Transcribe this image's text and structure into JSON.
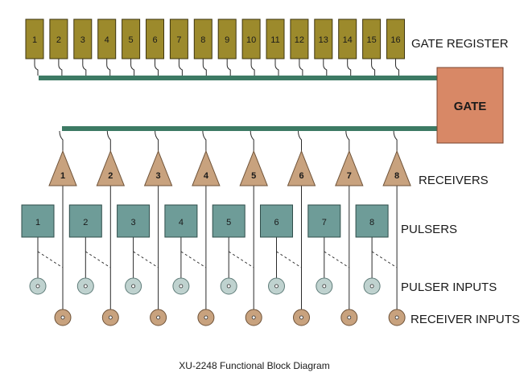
{
  "diagram": {
    "labels": {
      "gate_register": "GATE REGISTER",
      "gate": "GATE",
      "receivers": "RECEIVERS",
      "pulsers": "PULSERS",
      "pulser_inputs": "PULSER INPUTS",
      "receiver_inputs": "RECEIVER INPUTS",
      "caption": "XU-2248 Functional Block Diagram"
    },
    "register_bits": [
      "1",
      "2",
      "3",
      "4",
      "5",
      "6",
      "7",
      "8",
      "9",
      "10",
      "11",
      "12",
      "13",
      "14",
      "15",
      "16"
    ],
    "receivers": [
      "1",
      "2",
      "3",
      "4",
      "5",
      "6",
      "7",
      "8"
    ],
    "pulsers": [
      "1",
      "2",
      "3",
      "4",
      "5",
      "6",
      "7",
      "8"
    ],
    "colors": {
      "register_fill": "#9c8a2c",
      "register_stroke": "#3e3510",
      "bus": "#3d7a64",
      "gate_fill": "#d88866",
      "gate_stroke": "#7a4630",
      "receiver_fill": "#c8a27e",
      "receiver_stroke": "#6e5238",
      "pulser_fill": "#6e9c98",
      "pulser_stroke": "#2f4d4a",
      "pulser_input_fill": "#bfd2cf",
      "pulser_input_stroke": "#5f7c79",
      "receiver_input_fill": "#c8a27e",
      "receiver_input_stroke": "#6e5238",
      "line": "#2a2a2a"
    }
  }
}
